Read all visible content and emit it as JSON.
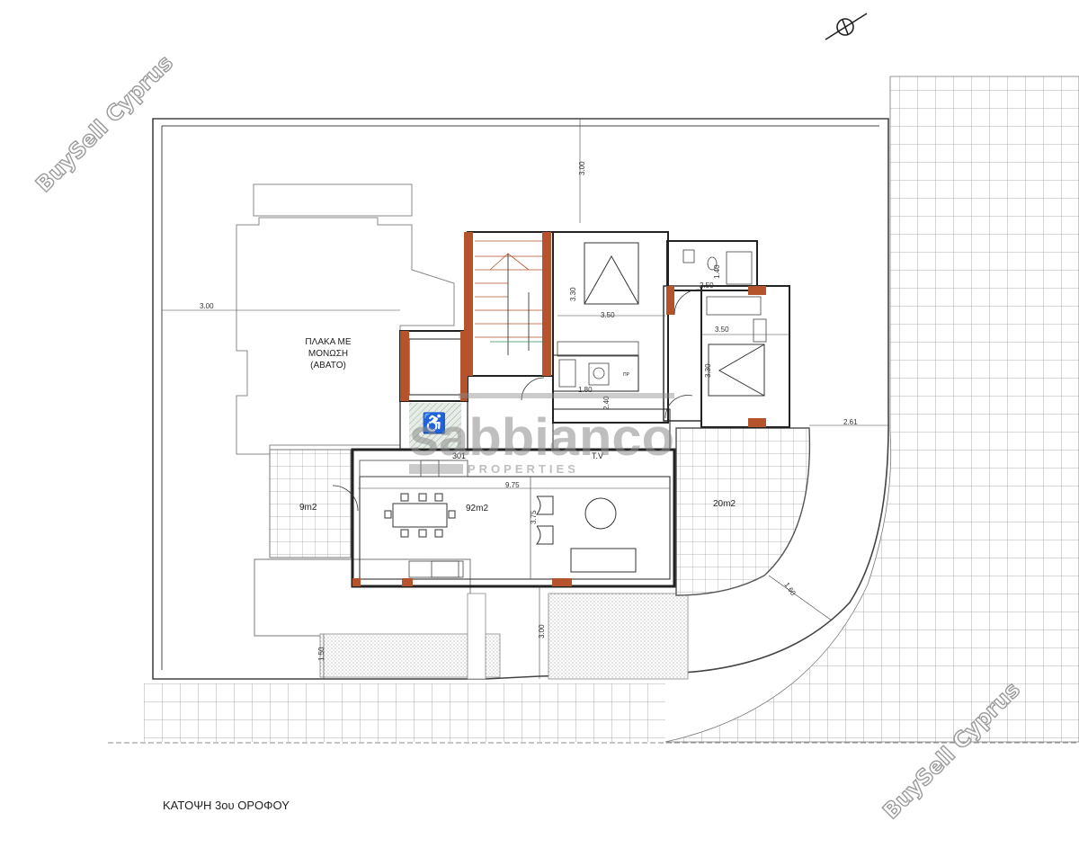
{
  "watermark": {
    "text": "BuySell Cyprus"
  },
  "logo": {
    "name": "sabbianco",
    "sub": "PROPERTIES"
  },
  "rooms": {
    "roof_label_line1": "ΠΛΑΚΑ ΜΕ",
    "roof_label_line2": "ΜΟΝΩΣΗ",
    "roof_label_line3": "(ΑΒΑΤΟ)",
    "apt_number": "301",
    "tv": "T.V",
    "living_area": "92m2",
    "veranda_left": "9m2",
    "veranda_right": "20m2",
    "wc_label": "ΠΡ"
  },
  "dimensions": {
    "top_setback": "3.00",
    "left_setback": "3.00",
    "bed1_height": "3.30",
    "bed1_width": "3.50",
    "bath_height": "1.40",
    "bath_width": "2.50",
    "bed2_width": "3.50",
    "bed2_height": "3.30",
    "corridor": "1.80",
    "corridor_h": "2.40",
    "right_setback": "2.61",
    "living_width": "9.75",
    "living_height": "3.75",
    "front_setback": "3.00",
    "front_small": "1.50",
    "curve": "1.60"
  },
  "caption": "ΚΑΤΟΨΗ 3ου ΟΡΟΦΟΥ"
}
